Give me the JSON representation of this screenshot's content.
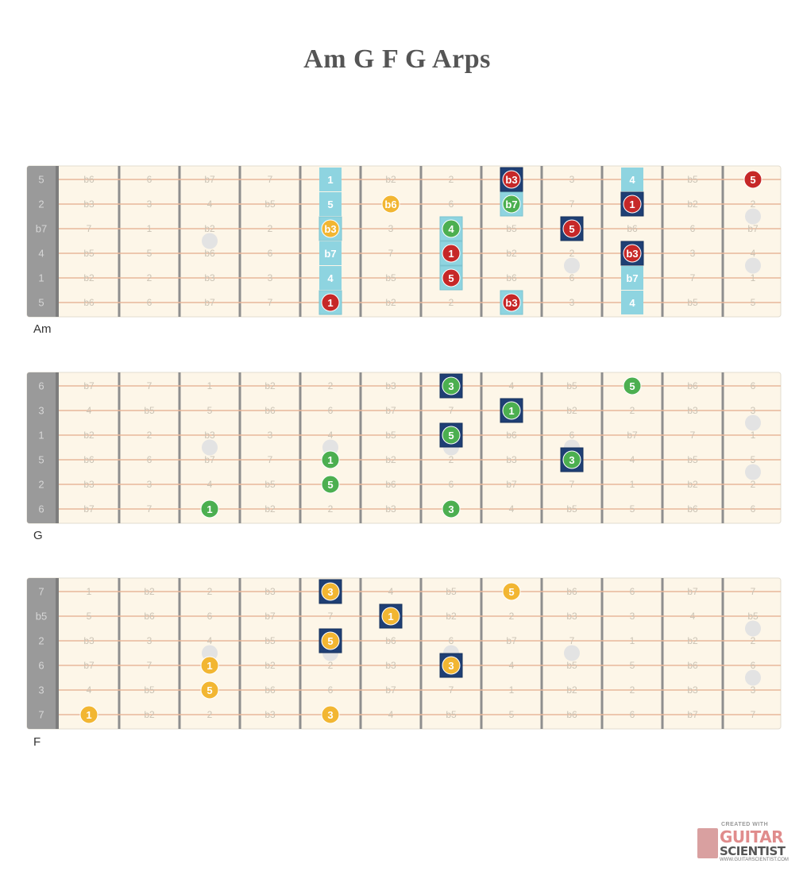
{
  "title": "Am  G F G Arps",
  "colors": {
    "fretboard_bg": "#fdf6e8",
    "string": "#e8b79a",
    "fret": "#8e8e8e",
    "nut": "#9a9a9a",
    "ghost_label": "#cbc3b5",
    "red": "#c62828",
    "green": "#4caf50",
    "yellow": "#f2b632",
    "cyan": "#8ed4e0",
    "navy": "#1f3f74",
    "ghost_dot": "#e3e3e3"
  },
  "logo": {
    "tagline": "CREATED WITH",
    "word1": "GUITAR",
    "word2": "SCIENTIST",
    "url": "WWW.GUITARSCIENTIST.COM"
  },
  "fretboards": [
    {
      "label": "Am",
      "string_labels": [
        "5",
        "2",
        "b7",
        "4",
        "1",
        "5"
      ],
      "ghost_labels": [
        [
          "b6",
          "6",
          "b7",
          "7",
          "1",
          "b2",
          "2",
          "b3",
          "3",
          "4",
          "b5",
          "5"
        ],
        [
          "b3",
          "3",
          "4",
          "b5",
          "5",
          "b6",
          "6",
          "b7",
          "7",
          "1",
          "b2",
          "2"
        ],
        [
          "7",
          "1",
          "b2",
          "2",
          "b3",
          "3",
          "4",
          "b5",
          "5",
          "b6",
          "6",
          "b7"
        ],
        [
          "b5",
          "5",
          "b6",
          "6",
          "b7",
          "7",
          "1",
          "b2",
          "2",
          "b3",
          "3",
          "4"
        ],
        [
          "b2",
          "2",
          "b3",
          "3",
          "4",
          "b5",
          "5",
          "b6",
          "6",
          "b7",
          "7",
          "1"
        ],
        [
          "b6",
          "6",
          "b7",
          "7",
          "1",
          "b2",
          "2",
          "b3",
          "3",
          "4",
          "b5",
          "5"
        ]
      ],
      "inlays": [
        [
          2,
          2.5
        ],
        [
          6,
          3.5
        ],
        [
          8,
          3.5
        ],
        [
          11,
          1.5
        ],
        [
          11,
          3.5
        ]
      ],
      "notes": [
        {
          "s": 0,
          "f": 4,
          "t": "1",
          "c": "cyan",
          "shape": "square"
        },
        {
          "s": 1,
          "f": 4,
          "t": "5",
          "c": "cyan",
          "shape": "square"
        },
        {
          "s": 2,
          "f": 4,
          "t": "b3",
          "c": "yellow",
          "shape": "circle",
          "box": "cyan"
        },
        {
          "s": 3,
          "f": 4,
          "t": "b7",
          "c": "cyan",
          "shape": "square"
        },
        {
          "s": 4,
          "f": 4,
          "t": "4",
          "c": "cyan",
          "shape": "square"
        },
        {
          "s": 5,
          "f": 4,
          "t": "1",
          "c": "red",
          "shape": "circle",
          "box": "cyan"
        },
        {
          "s": 1,
          "f": 5,
          "t": "b6",
          "c": "yellow",
          "shape": "circle"
        },
        {
          "s": 2,
          "f": 6,
          "t": "4",
          "c": "green",
          "shape": "circle",
          "box": "cyan"
        },
        {
          "s": 3,
          "f": 6,
          "t": "1",
          "c": "red",
          "shape": "circle",
          "box": "cyan"
        },
        {
          "s": 4,
          "f": 6,
          "t": "5",
          "c": "red",
          "shape": "circle",
          "box": "cyan"
        },
        {
          "s": 0,
          "f": 7,
          "t": "b3",
          "c": "red",
          "shape": "circle",
          "box": "navy"
        },
        {
          "s": 1,
          "f": 7,
          "t": "b7",
          "c": "green",
          "shape": "circle",
          "box": "cyan"
        },
        {
          "s": 5,
          "f": 7,
          "t": "b3",
          "c": "red",
          "shape": "circle",
          "box": "cyan"
        },
        {
          "s": 2,
          "f": 8,
          "t": "5",
          "c": "red",
          "shape": "circle",
          "box": "navy"
        },
        {
          "s": 0,
          "f": 9,
          "t": "4",
          "c": "cyan",
          "shape": "square"
        },
        {
          "s": 1,
          "f": 9,
          "t": "1",
          "c": "red",
          "shape": "circle",
          "box": "navy"
        },
        {
          "s": 3,
          "f": 9,
          "t": "b3",
          "c": "red",
          "shape": "circle",
          "box": "navy"
        },
        {
          "s": 4,
          "f": 9,
          "t": "b7",
          "c": "cyan",
          "shape": "square"
        },
        {
          "s": 5,
          "f": 9,
          "t": "4",
          "c": "cyan",
          "shape": "square"
        },
        {
          "s": 0,
          "f": 11,
          "t": "5",
          "c": "red",
          "shape": "circle"
        }
      ]
    },
    {
      "label": "G",
      "string_labels": [
        "6",
        "3",
        "1",
        "5",
        "2",
        "6"
      ],
      "ghost_labels": [
        [
          "b7",
          "7",
          "1",
          "b2",
          "2",
          "b3",
          "3",
          "4",
          "b5",
          "5",
          "b6",
          "6"
        ],
        [
          "4",
          "b5",
          "5",
          "b6",
          "6",
          "b7",
          "7",
          "1",
          "b2",
          "2",
          "b3",
          "3"
        ],
        [
          "b2",
          "2",
          "b3",
          "3",
          "4",
          "b5",
          "5",
          "b6",
          "6",
          "b7",
          "7",
          "1"
        ],
        [
          "b6",
          "6",
          "b7",
          "7",
          "1",
          "b2",
          "2",
          "b3",
          "3",
          "4",
          "b5",
          "5"
        ],
        [
          "b3",
          "3",
          "4",
          "b5",
          "5",
          "b6",
          "6",
          "b7",
          "7",
          "1",
          "b2",
          "2"
        ],
        [
          "b7",
          "7",
          "1",
          "b2",
          "2",
          "b3",
          "3",
          "4",
          "b5",
          "5",
          "b6",
          "6"
        ]
      ],
      "inlays": [
        [
          2,
          2.5
        ],
        [
          4,
          2.5
        ],
        [
          6,
          2.5
        ],
        [
          8,
          2.5
        ],
        [
          11,
          1.5
        ],
        [
          11,
          3.5
        ]
      ],
      "notes": [
        {
          "s": 5,
          "f": 2,
          "t": "1",
          "c": "green",
          "shape": "circle"
        },
        {
          "s": 3,
          "f": 4,
          "t": "1",
          "c": "green",
          "shape": "circle"
        },
        {
          "s": 4,
          "f": 4,
          "t": "5",
          "c": "green",
          "shape": "circle"
        },
        {
          "s": 0,
          "f": 6,
          "t": "3",
          "c": "green",
          "shape": "circle",
          "box": "navy"
        },
        {
          "s": 2,
          "f": 6,
          "t": "5",
          "c": "green",
          "shape": "circle",
          "box": "navy"
        },
        {
          "s": 5,
          "f": 6,
          "t": "3",
          "c": "green",
          "shape": "circle"
        },
        {
          "s": 1,
          "f": 7,
          "t": "1",
          "c": "green",
          "shape": "circle",
          "box": "navy"
        },
        {
          "s": 3,
          "f": 8,
          "t": "3",
          "c": "green",
          "shape": "circle",
          "box": "navy"
        },
        {
          "s": 0,
          "f": 9,
          "t": "5",
          "c": "green",
          "shape": "circle"
        }
      ]
    },
    {
      "label": "F",
      "string_labels": [
        "7",
        "b5",
        "2",
        "6",
        "3",
        "7"
      ],
      "ghost_labels": [
        [
          "1",
          "b2",
          "2",
          "b3",
          "3",
          "4",
          "b5",
          "5",
          "b6",
          "6",
          "b7",
          "7"
        ],
        [
          "5",
          "b6",
          "6",
          "b7",
          "7",
          "1",
          "b2",
          "2",
          "b3",
          "3",
          "4",
          "b5"
        ],
        [
          "b3",
          "3",
          "4",
          "b5",
          "5",
          "b6",
          "6",
          "b7",
          "7",
          "1",
          "b2",
          "2"
        ],
        [
          "b7",
          "7",
          "1",
          "b2",
          "2",
          "b3",
          "3",
          "4",
          "b5",
          "5",
          "b6",
          "6"
        ],
        [
          "4",
          "b5",
          "5",
          "b6",
          "6",
          "b7",
          "7",
          "1",
          "b2",
          "2",
          "b3",
          "3"
        ],
        [
          "1",
          "b2",
          "2",
          "b3",
          "3",
          "4",
          "b5",
          "5",
          "b6",
          "6",
          "b7",
          "7"
        ]
      ],
      "inlays": [
        [
          2,
          2.5
        ],
        [
          4,
          2.5
        ],
        [
          6,
          2.5
        ],
        [
          8,
          2.5
        ],
        [
          11,
          1.5
        ],
        [
          11,
          3.5
        ]
      ],
      "notes": [
        {
          "s": 5,
          "f": 0,
          "t": "1",
          "c": "yellow",
          "shape": "circle"
        },
        {
          "s": 3,
          "f": 2,
          "t": "1",
          "c": "yellow",
          "shape": "circle"
        },
        {
          "s": 4,
          "f": 2,
          "t": "5",
          "c": "yellow",
          "shape": "circle"
        },
        {
          "s": 0,
          "f": 4,
          "t": "3",
          "c": "yellow",
          "shape": "circle",
          "box": "navy"
        },
        {
          "s": 2,
          "f": 4,
          "t": "5",
          "c": "yellow",
          "shape": "circle",
          "box": "navy"
        },
        {
          "s": 5,
          "f": 4,
          "t": "3",
          "c": "yellow",
          "shape": "circle"
        },
        {
          "s": 1,
          "f": 5,
          "t": "1",
          "c": "yellow",
          "shape": "circle",
          "box": "navy"
        },
        {
          "s": 3,
          "f": 6,
          "t": "3",
          "c": "yellow",
          "shape": "circle",
          "box": "navy"
        },
        {
          "s": 0,
          "f": 7,
          "t": "5",
          "c": "yellow",
          "shape": "circle"
        }
      ]
    }
  ]
}
